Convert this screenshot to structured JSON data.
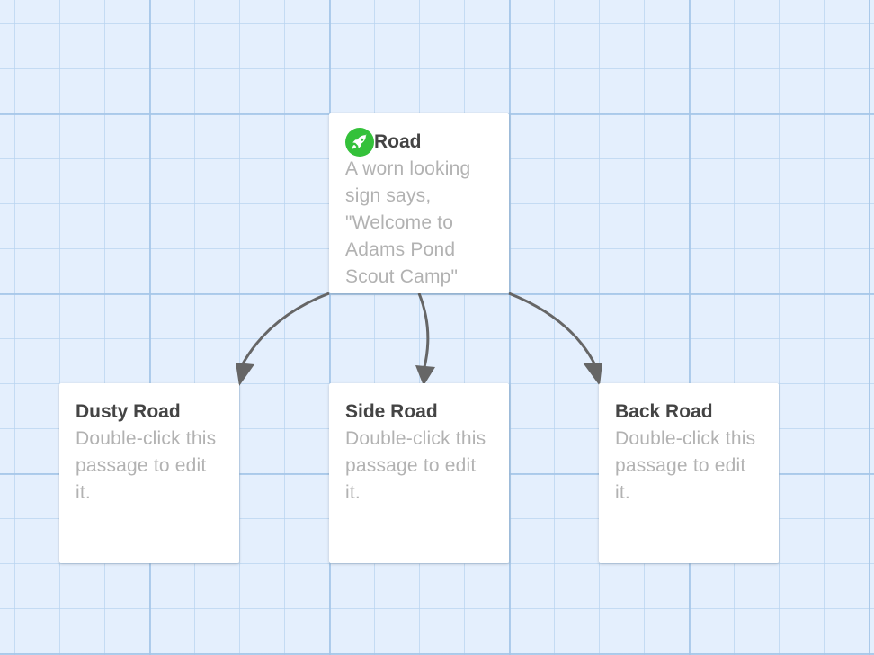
{
  "story_map": {
    "passages": [
      {
        "title": "Road",
        "is_start": true,
        "start_icon": "rocket-icon",
        "excerpt": "A worn looking sign says, \"Welcome to Adams Pond Scout Camp\""
      },
      {
        "title": "Dusty Road",
        "is_start": false,
        "excerpt": "Double-click this passage to edit it."
      },
      {
        "title": "Side Road",
        "is_start": false,
        "excerpt": "Double-click this passage to edit it."
      },
      {
        "title": "Back Road",
        "is_start": false,
        "excerpt": "Double-click this passage to edit it."
      }
    ],
    "links": [
      {
        "from": "Road",
        "to": "Dusty Road"
      },
      {
        "from": "Road",
        "to": "Side Road"
      },
      {
        "from": "Road",
        "to": "Back Road"
      }
    ],
    "colors": {
      "background": "#e4effd",
      "grid_line": "#b9d4f0",
      "card": "#ffffff",
      "title_text": "#444444",
      "excerpt_text": "#b2b2b2",
      "start_badge": "#34c13a",
      "link_arrow": "#666666"
    }
  }
}
